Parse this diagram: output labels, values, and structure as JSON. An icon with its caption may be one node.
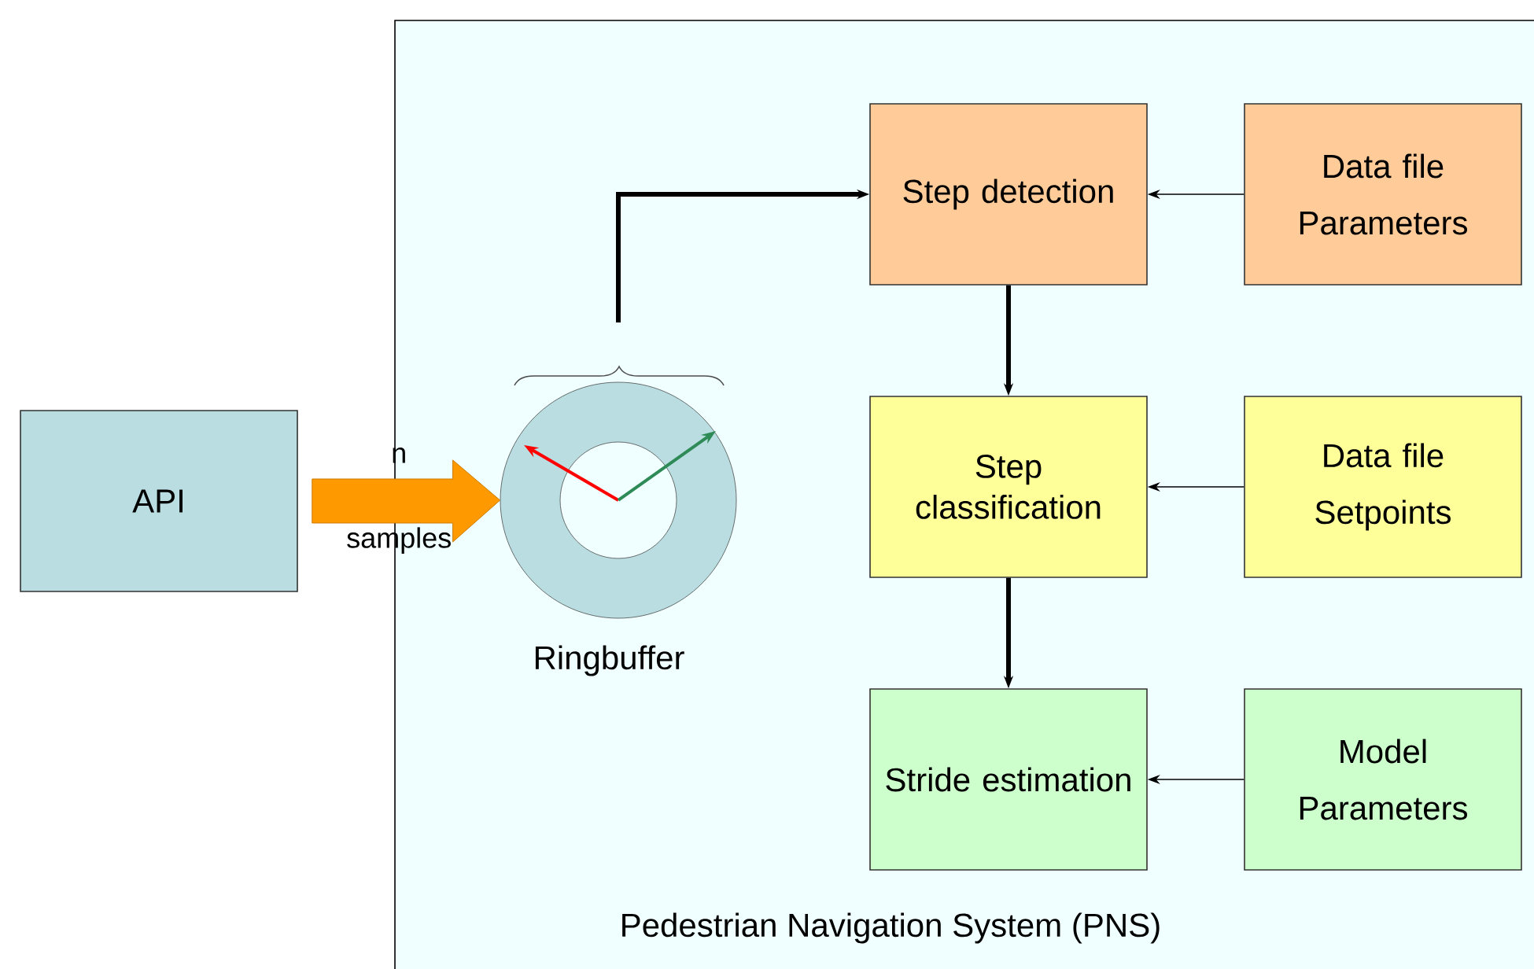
{
  "diagram": {
    "nodes": [
      {
        "text": [
          "Pedestrian Navigation System (PNS)"
        ]
      },
      {
        "text": [
          "API"
        ]
      },
      {
        "text": [
          "Ringbuffer"
        ],
        "in": 0
      },
      {
        "text": [
          "Step detection"
        ],
        "in": 0
      },
      {
        "text": [
          "Data file",
          "Parameters"
        ],
        "in": 0
      },
      {
        "text": [
          "Step classification"
        ],
        "in": 0
      },
      {
        "text": [
          "Data file",
          "Setpoints"
        ],
        "in": 0
      },
      {
        "text": [
          "Stride estimation"
        ],
        "in": 0
      },
      {
        "text": [
          "Model",
          "Parameters"
        ],
        "in": 0
      }
    ],
    "edges": [
      {
        "from": 1,
        "to": 2,
        "arrow": "to",
        "label": "n samples",
        "color": "#ff9900"
      },
      {
        "from": 2,
        "to": 3,
        "arrow": "to",
        "style": "thick"
      },
      {
        "from": 4,
        "to": 3,
        "arrow": "to"
      },
      {
        "from": 3,
        "to": 5,
        "arrow": "to",
        "style": "thick"
      },
      {
        "from": 6,
        "to": 5,
        "arrow": "to"
      },
      {
        "from": 5,
        "to": 7,
        "arrow": "to",
        "style": "thick"
      },
      {
        "from": 8,
        "to": 7,
        "arrow": "to"
      }
    ]
  }
}
